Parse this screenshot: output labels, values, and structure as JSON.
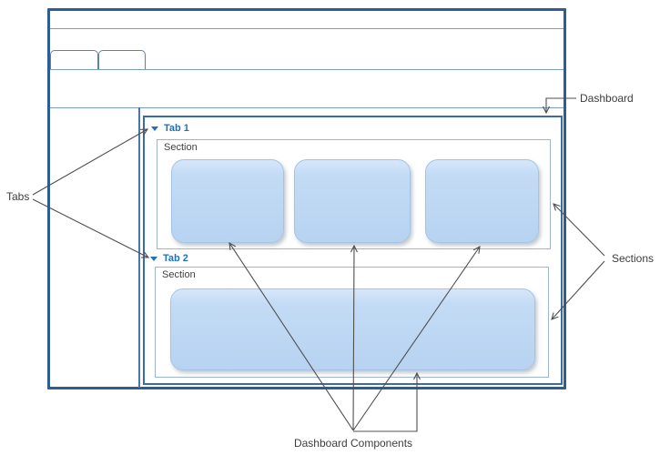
{
  "annotations": {
    "tabs_label": "Tabs",
    "dashboard_label": "Dashboard",
    "sections_label": "Sections",
    "components_label": "Dashboard Components"
  },
  "dashboard": {
    "tab1": {
      "label": "Tab 1",
      "section_label": "Section",
      "component_count": 3
    },
    "tab2": {
      "label": "Tab 2",
      "section_label": "Section",
      "component_count": 1
    }
  },
  "colors": {
    "frame_dark": "#2e5c94",
    "frame_medium": "#3a6da8",
    "line_blue": "#7b9cc4",
    "tab_outline": "#5b82ad",
    "divider": "#4a76a8",
    "section_border": "#9db4d4",
    "component_border": "#a3c4e6",
    "component_fill_top": "#d7e7fa",
    "component_fill_bottom": "#b7d3f1",
    "accent_text": "#1c72c0",
    "label_text": "#3d3d3d",
    "arrow": "#4f4f4f"
  }
}
